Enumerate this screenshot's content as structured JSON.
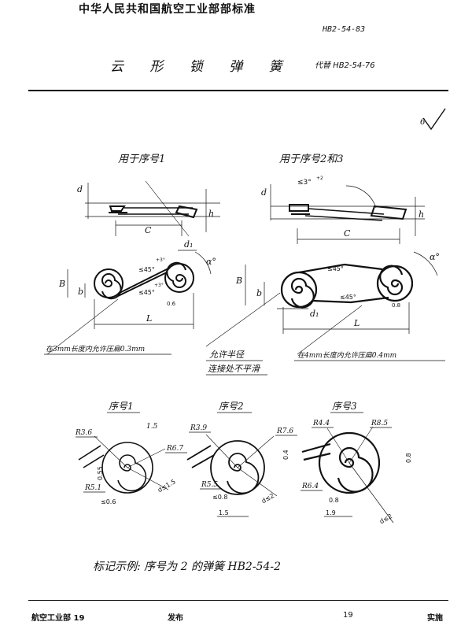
{
  "header": {
    "organization": "中华人民共和国航空工业部部标准",
    "standard_number": "HB2-54-83",
    "title": "云 形 锁 弹 簧",
    "replaces": "代替 HB2-54-76"
  },
  "drawing": {
    "roughness_mark": "6",
    "view_left": {
      "title": "用于序号1",
      "dim_d": "d",
      "dim_h": "h",
      "dim_c": "C",
      "dim_d1": "d₁",
      "dim_B": "B",
      "dim_b": "b",
      "dim_L": "L",
      "angle_alpha": "α°",
      "angle_le45_top": "≤45°",
      "angle_le45_bottom": "≤45°",
      "tol_top": "+3°",
      "tol_bottom": "+3°",
      "gap": "0.6",
      "note": "在3mm长度内允许压扁0.3mm"
    },
    "view_right": {
      "title": "用于序号2和3",
      "angle_le3": "≤3°",
      "angle_le3_tol": "+2",
      "dim_d": "d",
      "dim_h": "h",
      "dim_c": "C",
      "dim_B": "B",
      "dim_b": "b",
      "dim_L": "L",
      "dim_d1": "d₁",
      "angle_alpha": "α°",
      "angle_le45_top": "≤45°",
      "angle_le45_bottom": "≤45°",
      "gap": "0.8",
      "note_middle_1": "允许半径",
      "note_middle_2": "连接处不平滑",
      "note": "在4mm长度内允许压扁0.4mm"
    },
    "detail_1": {
      "title": "序号1",
      "r_outer": "R3.6",
      "dim_15": "1.5",
      "r_67": "R6.7",
      "dim_055": "0.55",
      "r_51": "R5.1",
      "dim_06": "≤0.6",
      "dim_d": "d≤1.5"
    },
    "detail_2": {
      "title": "序号2",
      "r_outer": "R3.9",
      "r_76": "R7.6",
      "dim_04": "0.4",
      "r_55": "R5.5",
      "dim_08": "≤0.8",
      "dim_15": "1.5",
      "dim_d": "d≤2"
    },
    "detail_3": {
      "title": "序号3",
      "r_44": "R4.4",
      "r_85": "R8.5",
      "dim_08_right": "0.8",
      "r_64": "R6.4",
      "dim_08": "0.8",
      "dim_19": "1.9",
      "dim_d": "d≤2"
    },
    "marking_example": "标记示例:  序号为 2 的弹簧  HB2-54-2"
  },
  "footer": {
    "issuer": "航空工业部 19",
    "issue_label": "发布",
    "page": "19",
    "effective_label": "实施"
  }
}
